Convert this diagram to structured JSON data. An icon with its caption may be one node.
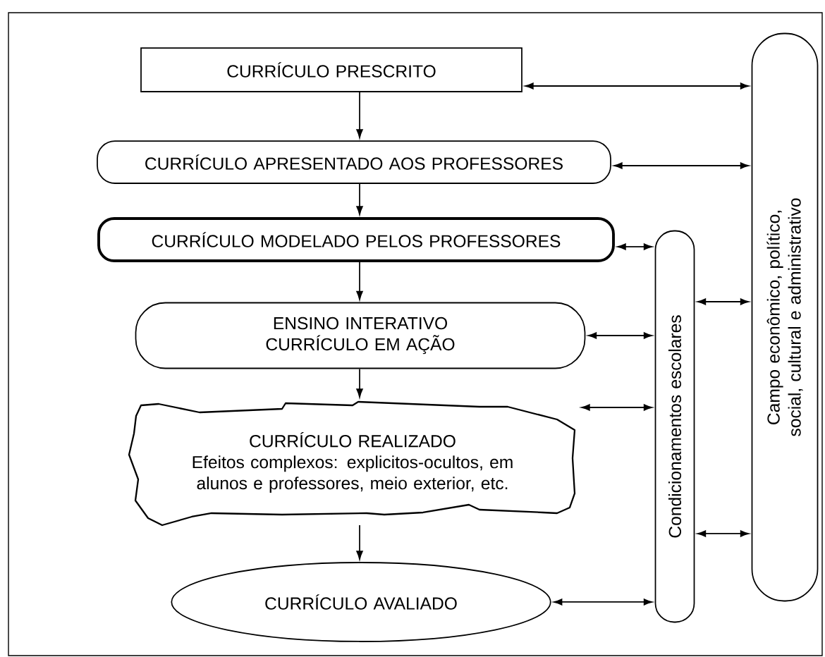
{
  "diagram": {
    "nodes": [
      {
        "text": [
          "CURRÍCULO PRESCRITO"
        ]
      },
      {
        "text": [
          "CURRÍCULO APRESENTADO AOS PROFESSORES"
        ]
      },
      {
        "text": [
          "CURRÍCULO MODELADO PELOS PROFESSORES"
        ]
      },
      {
        "text": [
          "ENSINO INTERATIVO",
          "CURRÍCULO EM AÇÃO"
        ]
      },
      {
        "text": [
          "CURRÍCULO REALIZADO",
          "Efeitos complexos: explicitos-ocultos, em alunos e professores, meio exterior, etc."
        ]
      },
      {
        "text": [
          "CURRÍCULO AVALIADO"
        ]
      },
      {
        "text": [
          "Condicionamentos escolares"
        ]
      },
      {
        "text": [
          "Campo econômico, político, social, cultural e administrativo"
        ]
      }
    ],
    "edges": [
      {
        "from": 0,
        "to": 1,
        "arrow": "to"
      },
      {
        "from": 1,
        "to": 2,
        "arrow": "to"
      },
      {
        "from": 2,
        "to": 3,
        "arrow": "to"
      },
      {
        "from": 3,
        "to": 4,
        "arrow": "to"
      },
      {
        "from": 4,
        "to": 5,
        "arrow": "to"
      },
      {
        "from": 0,
        "to": 7,
        "arrow": "both"
      },
      {
        "from": 1,
        "to": 7,
        "arrow": "both"
      },
      {
        "from": 2,
        "to": 6,
        "arrow": "both"
      },
      {
        "from": 6,
        "to": 7,
        "arrow": "both"
      },
      {
        "from": 3,
        "to": 6,
        "arrow": "both"
      },
      {
        "from": 4,
        "to": 6,
        "arrow": "both"
      },
      {
        "from": 6,
        "to": 7,
        "arrow": "both"
      },
      {
        "from": 5,
        "to": 6,
        "arrow": "both"
      }
    ]
  }
}
